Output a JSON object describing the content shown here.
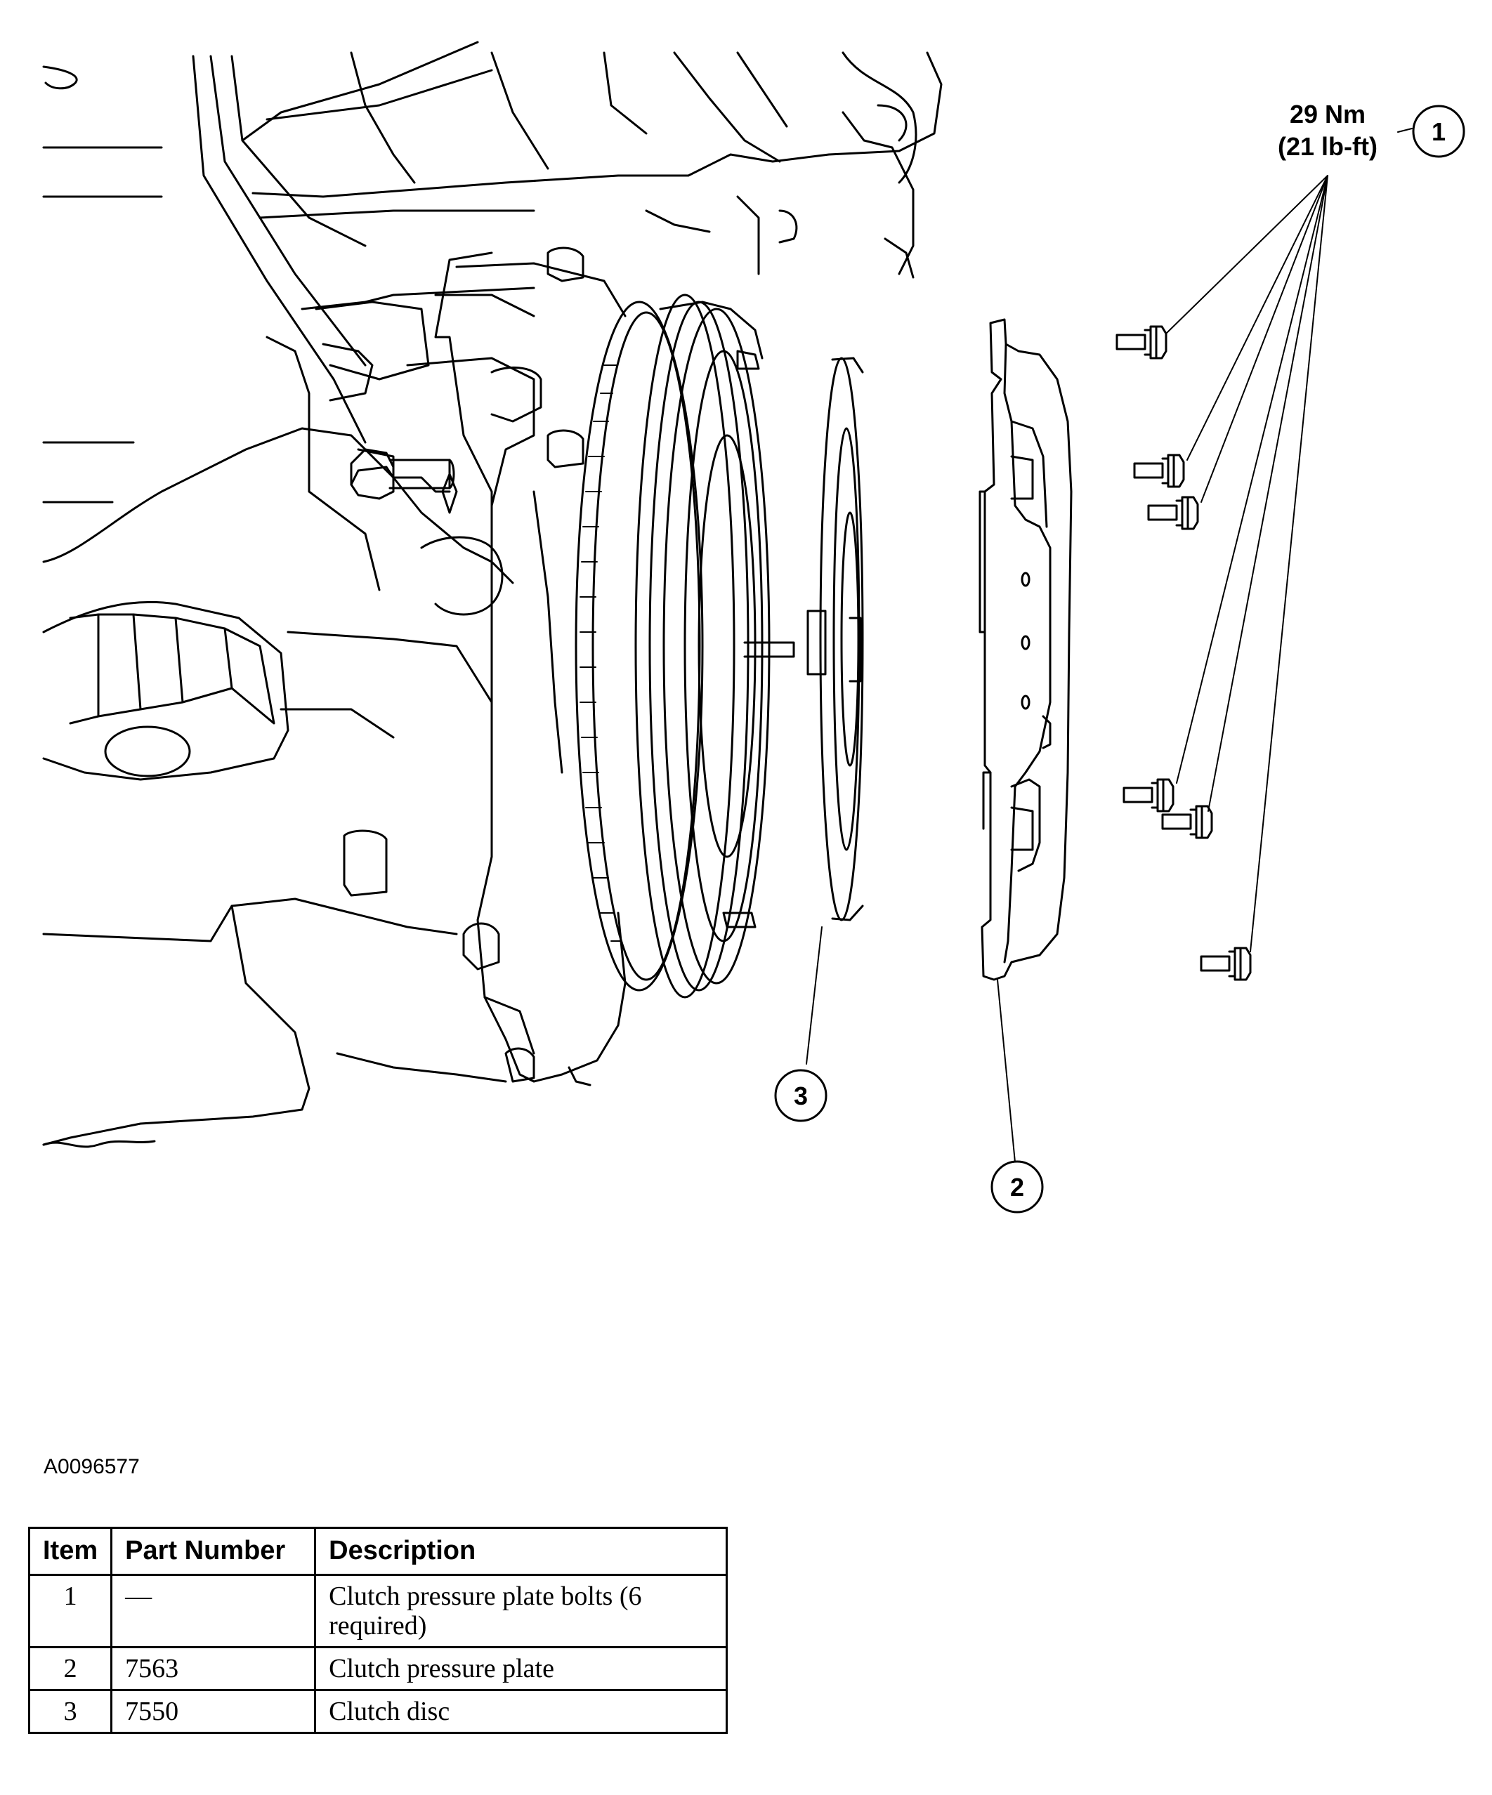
{
  "figure": {
    "torque_line1": "29 Nm",
    "torque_line2": "(21 lb-ft)",
    "callouts": [
      "1",
      "2",
      "3"
    ],
    "figure_id": "A0096577",
    "parts": {
      "bolts": "clutch-pressure-plate-bolts",
      "pressure_plate": "clutch-pressure-plate",
      "disc": "clutch-disc",
      "flywheel": "flywheel"
    }
  },
  "legend": {
    "headers": {
      "item": "Item",
      "part_number": "Part Number",
      "description": "Description"
    },
    "rows": [
      {
        "item": "1",
        "part_number": "—",
        "description": "Clutch pressure plate bolts (6 required)"
      },
      {
        "item": "2",
        "part_number": "7563",
        "description": "Clutch pressure plate"
      },
      {
        "item": "3",
        "part_number": "7550",
        "description": "Clutch disc"
      }
    ]
  }
}
